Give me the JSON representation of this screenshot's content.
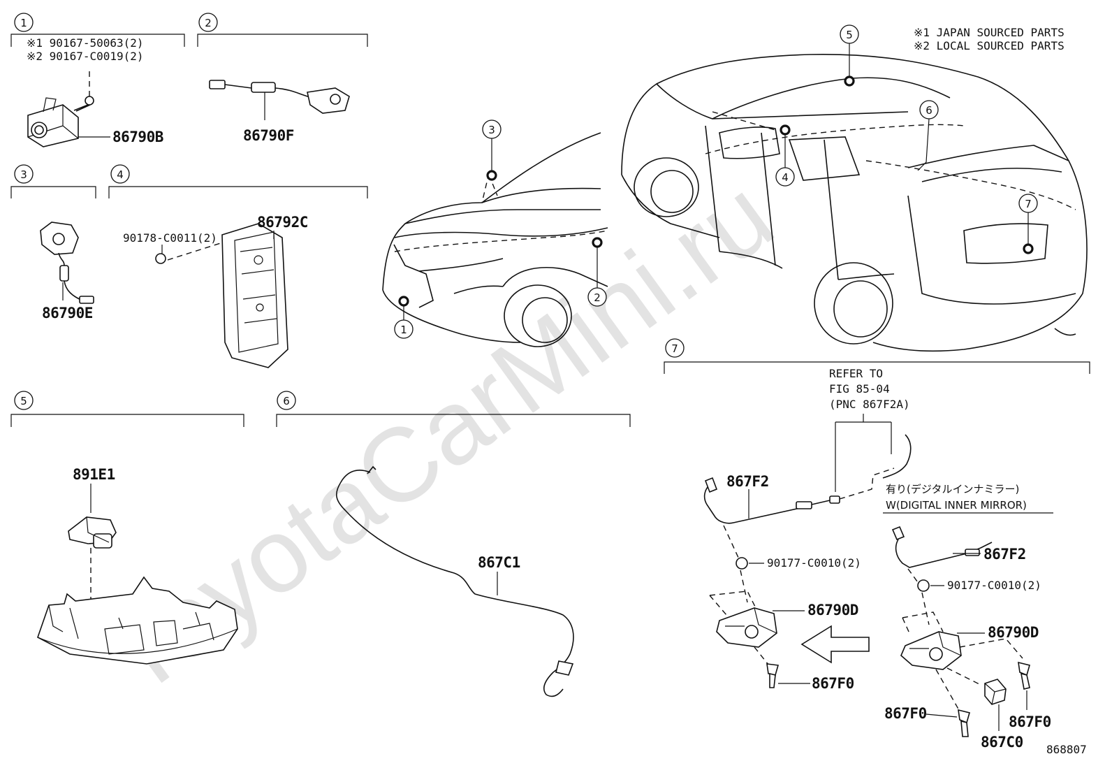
{
  "watermark": "ToyotaCarMini.ru",
  "legend": [
    "※1 JAPAN SOURCED PARTS",
    "※2 LOCAL SOURCED PARTS"
  ],
  "diagram_code": "868807",
  "sections": {
    "s1": {
      "num": "1",
      "note1": "※1 90167-50063(2)",
      "note2": "※2 90167-C0019(2)",
      "part": "86790B"
    },
    "s2": {
      "num": "2",
      "part": "86790F"
    },
    "s3": {
      "num": "3",
      "part": "86790E"
    },
    "s4": {
      "num": "4",
      "part_a": "86792C",
      "part_b": "90178-C0011(2)"
    },
    "s5": {
      "num": "5",
      "part": "891E1"
    },
    "s6": {
      "num": "6",
      "part": "867C1"
    },
    "s7": {
      "num": "7",
      "refer": [
        "REFER TO",
        "FIG 85-04",
        "(PNC 867F2A)"
      ],
      "variant_ja": "有り(デジタルインナミラー)",
      "variant_en": "W(DIGITAL INNER MIRROR)",
      "left": {
        "harness": "867F2",
        "clip": "90177-C0010(2)",
        "camera": "86790D",
        "pin": "867F0"
      },
      "right": {
        "harness": "867F2",
        "clip": "90177-C0010(2)",
        "camera": "86790D",
        "pin_left": "867F0",
        "pin_right": "867F0",
        "plug": "867C0"
      }
    }
  },
  "callouts": {
    "front": [
      "3",
      "2",
      "1"
    ],
    "rear": [
      "5",
      "6",
      "4",
      "7"
    ]
  }
}
